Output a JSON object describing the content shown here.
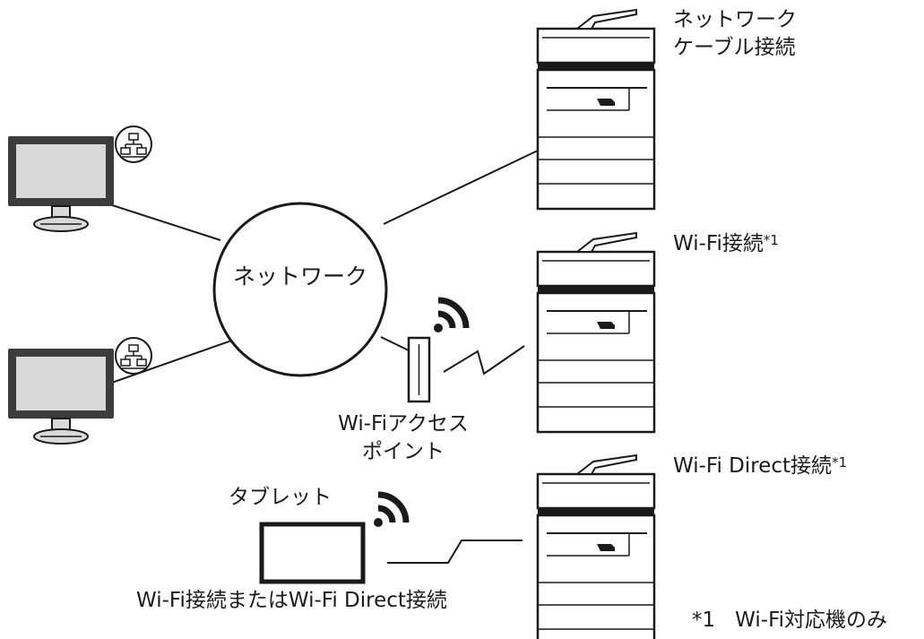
{
  "network": {
    "label": "ネットワーク"
  },
  "mfp_cable": {
    "label_line1": "ネットワーク",
    "label_line2": "ケーブル接続"
  },
  "mfp_wifi": {
    "label": "Wi-Fi接続",
    "note_ref": "*1"
  },
  "mfp_direct": {
    "label": "Wi-Fi Direct接続",
    "note_ref": "*1"
  },
  "access_point": {
    "label_line1": "Wi-Fiアクセス",
    "label_line2": "ポイント"
  },
  "tablet": {
    "label": "タブレット",
    "connection": "Wi-Fi接続またはWi-Fi Direct接続"
  },
  "footnote": {
    "mark": "*1",
    "text": "Wi-Fi対応機のみ"
  },
  "icons": [
    "pc-monitor-icon",
    "lan-network-icon",
    "mfp-printer-icon",
    "access-point-icon",
    "wifi-signal-icon",
    "tablet-icon"
  ],
  "colors": {
    "line": "#1a1a1a",
    "screen": "#d9d9d9",
    "bezel": "#3c3c3c",
    "mfp_fill": "#ffffff"
  }
}
